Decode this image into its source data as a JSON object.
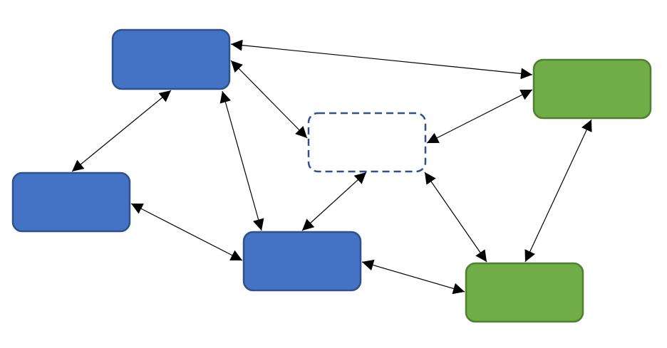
{
  "diagram": {
    "colors": {
      "blue_fill": "#4472C4",
      "blue_stroke": "#2F528F",
      "green_fill": "#70AD47",
      "green_stroke": "#507E32",
      "dashed_stroke": "#2F528F",
      "arrow": "#000000"
    },
    "nodes": [
      {
        "id": "blue-top",
        "kind": "blue",
        "label": ""
      },
      {
        "id": "blue-left",
        "kind": "blue",
        "label": ""
      },
      {
        "id": "blue-bottom",
        "kind": "blue",
        "label": ""
      },
      {
        "id": "dashed-center",
        "kind": "dashed",
        "label": ""
      },
      {
        "id": "green-right",
        "kind": "green",
        "label": ""
      },
      {
        "id": "green-bottom",
        "kind": "green",
        "label": ""
      }
    ],
    "edges": [
      {
        "from": "blue-top",
        "to": "green-right",
        "bidirectional": true
      },
      {
        "from": "blue-top",
        "to": "blue-left",
        "bidirectional": true
      },
      {
        "from": "blue-top",
        "to": "dashed-center",
        "bidirectional": true
      },
      {
        "from": "blue-top",
        "to": "blue-bottom",
        "bidirectional": true
      },
      {
        "from": "blue-left",
        "to": "blue-bottom",
        "bidirectional": true
      },
      {
        "from": "dashed-center",
        "to": "blue-bottom",
        "bidirectional": true
      },
      {
        "from": "dashed-center",
        "to": "green-right",
        "bidirectional": true
      },
      {
        "from": "dashed-center",
        "to": "green-bottom",
        "bidirectional": true
      },
      {
        "from": "green-right",
        "to": "green-bottom",
        "bidirectional": true
      },
      {
        "from": "blue-bottom",
        "to": "green-bottom",
        "bidirectional": true
      }
    ]
  }
}
